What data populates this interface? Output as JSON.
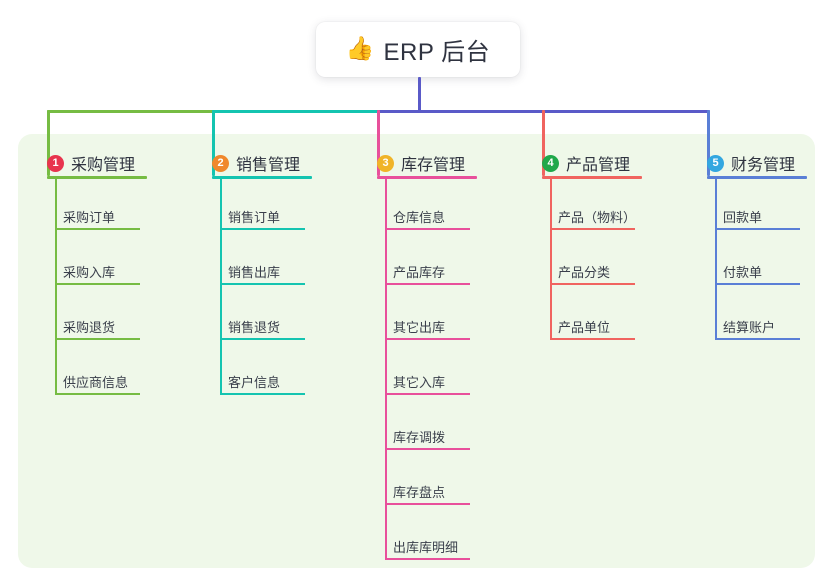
{
  "root": {
    "emoji": "👍",
    "emoji_name": "thumbs-up-icon",
    "label": "ERP 后台"
  },
  "palette": {
    "panel_bg": "#eff8e9",
    "root_drop": "#5a5ac8",
    "bus_green": "#76bc43",
    "bus_teal": "#14c4b0",
    "bus_indigo": "#5a5ac8",
    "text": "#2f3340"
  },
  "columns": [
    {
      "index": "1",
      "title": "采购管理",
      "line_color": "#76bc43",
      "badge_color": "#e8344e",
      "items": [
        "采购订单",
        "采购入库",
        "采购退货",
        "供应商信息"
      ]
    },
    {
      "index": "2",
      "title": "销售管理",
      "line_color": "#14c4b0",
      "badge_color": "#f0882c",
      "items": [
        "销售订单",
        "销售出库",
        "销售退货",
        "客户信息"
      ]
    },
    {
      "index": "3",
      "title": "库存管理",
      "line_color": "#e8509b",
      "badge_color": "#f0b428",
      "items": [
        "仓库信息",
        "产品库存",
        "其它出库",
        "其它入库",
        "库存调拨",
        "库存盘点",
        "出库库明细"
      ]
    },
    {
      "index": "4",
      "title": "产品管理",
      "line_color": "#f0645f",
      "badge_color": "#1fa84a",
      "items": [
        "产品（物料）",
        "产品分类",
        "产品单位"
      ]
    },
    {
      "index": "5",
      "title": "财务管理",
      "line_color": "#5a7fd6",
      "badge_color": "#33a7e0",
      "items": [
        "回款单",
        "付款单",
        "结算账户"
      ]
    }
  ]
}
